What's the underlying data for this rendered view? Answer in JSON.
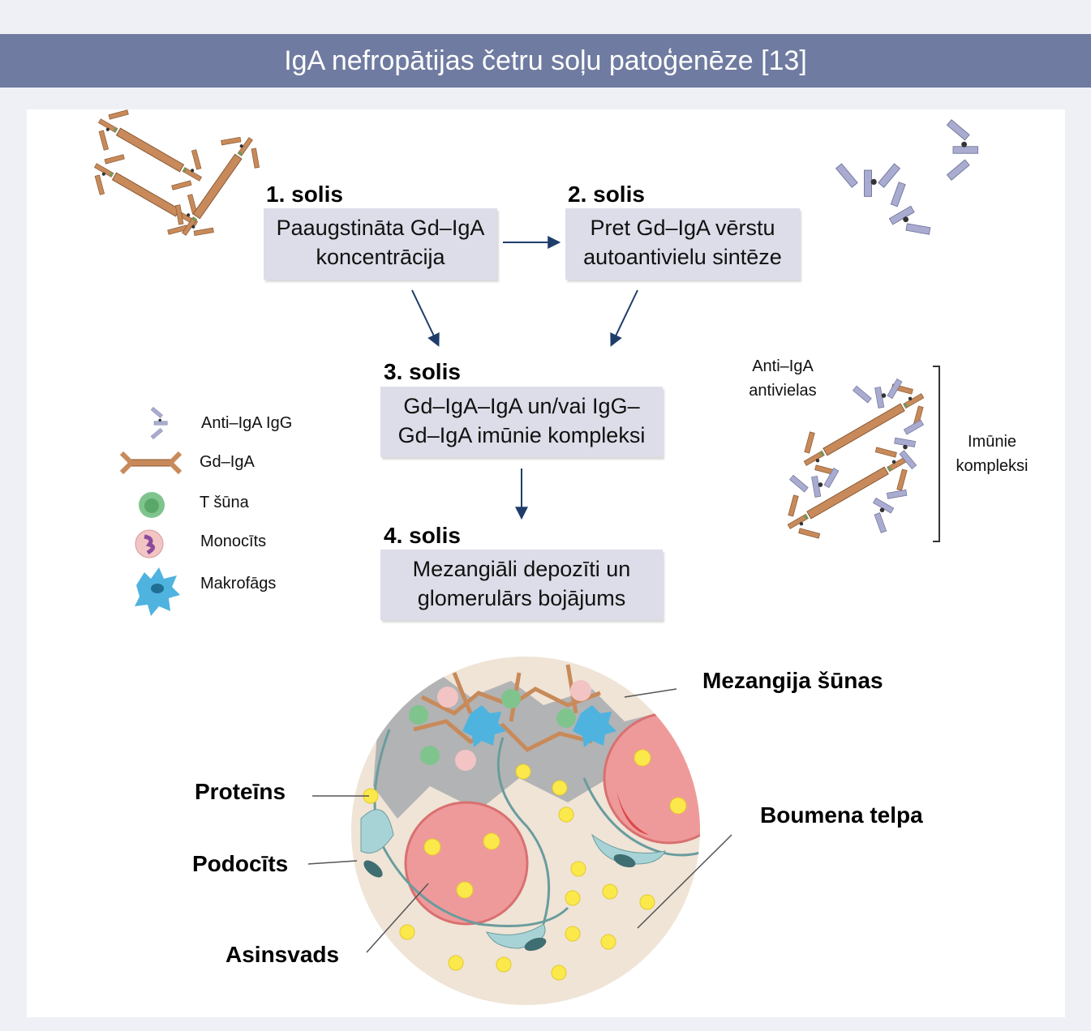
{
  "title": "IgA nefropātijas četru soļu patoģenēze [13]",
  "steps": [
    {
      "label": "1. solis",
      "line1": "Paaugstināta Gd–IgA",
      "line2": "koncentrācija"
    },
    {
      "label": "2. solis",
      "line1": "Pret Gd–IgA vērstu",
      "line2": "autoantivielu sintēze"
    },
    {
      "label": "3. solis",
      "line1": "Gd–IgA–IgA un/vai IgG–",
      "line2": "Gd–IgA imūnie kompleksi"
    },
    {
      "label": "4. solis",
      "line1": "Mezangiāli depozīti un",
      "line2": "glomerulārs bojājums"
    }
  ],
  "legend": [
    {
      "icon": "anti-iga-igg-icon",
      "label": "Anti–IgA IgG"
    },
    {
      "icon": "gd-iga-icon",
      "label": "Gd–IgA"
    },
    {
      "icon": "t-cell-icon",
      "label": "T šūna"
    },
    {
      "icon": "monocyte-icon",
      "label": "Monocīts"
    },
    {
      "icon": "macrophage-icon",
      "label": "Makrofāgs"
    }
  ],
  "complex_labels": {
    "antibodies_line1": "Anti–IgA",
    "antibodies_line2": "antivielas",
    "complexes_line1": "Imūnie",
    "complexes_line2": "kompleksi"
  },
  "glomerulus_labels": {
    "mesangial": "Mezangija šūnas",
    "protein": "Proteīns",
    "podocyte": "Podocīts",
    "bowman": "Boumena telpa",
    "vessel": "Asinsvads"
  },
  "colors": {
    "header": "#6f7ba0",
    "box": "#dcdde8",
    "arrow": "#1f3d6b",
    "gd_iga": "#c88a5a",
    "anti_iga": "#a9acd0",
    "t_cell": "#7fc48d",
    "monocyte": "#f2c4c4",
    "macrophage": "#4fb3e0",
    "vessel": "#ef9a9a",
    "podocyte": "#a8d3d6",
    "glomerulus_bg": "#efe4d6",
    "protein": "#fbe94c"
  }
}
